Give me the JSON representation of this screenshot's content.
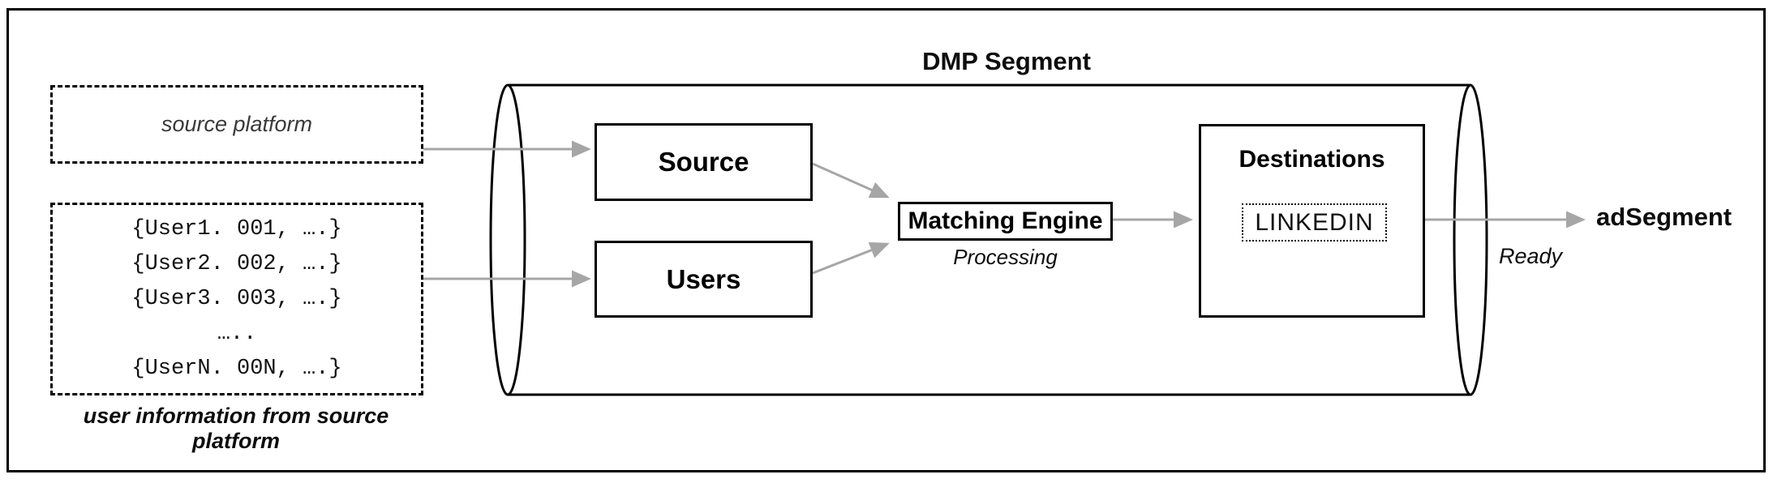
{
  "diagram_title": "DMP Segment",
  "left_inputs": {
    "source_platform_label": "source platform",
    "user_list": [
      "{User1. 001, ….}",
      "{User2. 002, ….}",
      "{User3. 003, ….}",
      "…..",
      "{UserN. 00N, ….}"
    ],
    "caption": "user information from source platform"
  },
  "dmp": {
    "source_label": "Source",
    "users_label": "Users",
    "matching_engine_label": "Matching Engine",
    "processing_label": "Processing",
    "destinations_title": "Destinations",
    "destination_item": "LINKEDIN"
  },
  "output": {
    "ready_label": "Ready",
    "ad_segment_label": "adSegment"
  },
  "colors": {
    "arrow": "#a6a6a6",
    "line": "#000000"
  }
}
